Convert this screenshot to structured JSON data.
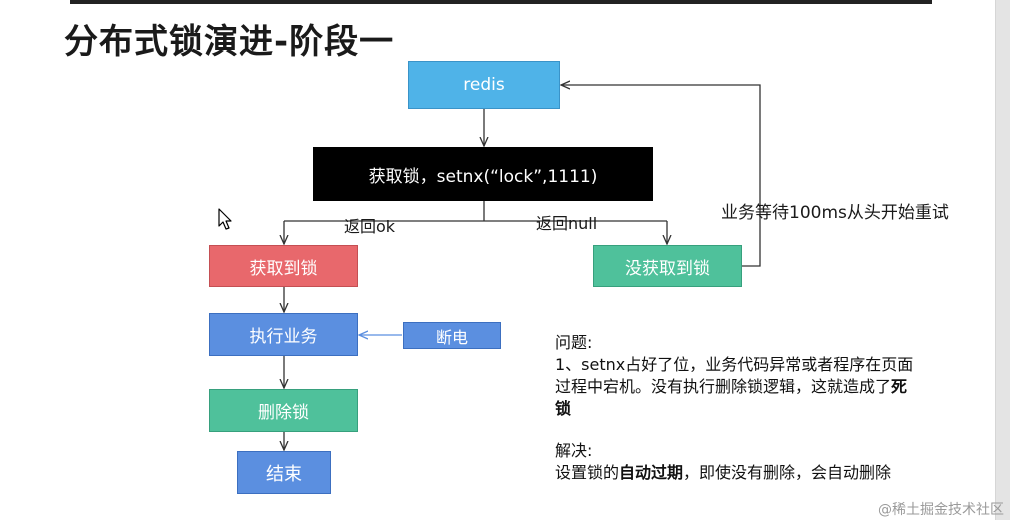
{
  "title": "分布式锁演进-阶段一",
  "nodes": {
    "redis": "redis",
    "setnx": "获取锁，setnx(“lock”,1111)",
    "acquired": "获取到锁",
    "not_acquired": "没获取到锁",
    "execute": "执行业务",
    "power_off": "断电",
    "delete_lock": "删除锁",
    "end": "结束"
  },
  "edge_labels": {
    "ok": "返回ok",
    "null": "返回null",
    "retry": "业务等待100ms从头开始重试"
  },
  "notes": {
    "problem_heading": "问题:",
    "problem_line1": "1、setnx占好了位，业务代码异常或者程序在页面",
    "problem_line2_prefix": "过程中宕机。没有执行删除锁逻辑，这就造成了",
    "problem_line2_bold": "死",
    "problem_line3_bold": "锁",
    "solution_heading": "解决:",
    "solution_prefix": "设置锁的",
    "solution_bold": "自动过期",
    "solution_suffix": "，即使没有删除，会自动删除"
  },
  "watermark": "@稀土掘金技术社区",
  "colors": {
    "redis": "#4fb3e8",
    "setnx": "#000000",
    "acquired": "#e8686c",
    "not_acquired": "#4fc19b",
    "execute": "#5b8fe0",
    "delete_lock": "#4fc19b",
    "end": "#5b8fe0"
  }
}
